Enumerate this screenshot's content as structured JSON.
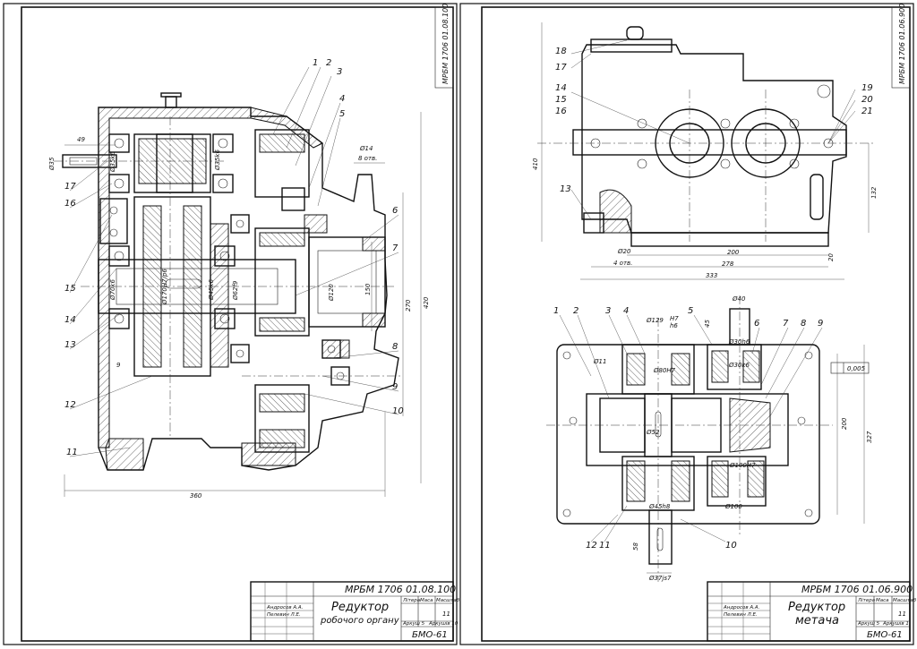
{
  "sheets": [
    {
      "designation": "МРБМ 1706 01.08.100",
      "title": "Редуктор рабочего органу",
      "title_line1": "Редуктор",
      "title_line2": "робочого органу",
      "group": "БМО-61",
      "sheet_total": "11",
      "scale": "1:1",
      "developer": "Андросов А.А.",
      "checker": "Пелевин Л.Е.",
      "stamp_cols": [
        "Літера",
        "Маса",
        "Масштаб"
      ],
      "stamp_sheet": "Аркуш 5",
      "stamp_sheets": "Аркушів 10",
      "part_numbers": [
        "1",
        "2",
        "3",
        "4",
        "5",
        "6",
        "7",
        "8",
        "9",
        "10",
        "11",
        "12",
        "13",
        "14",
        "15",
        "16",
        "17"
      ],
      "dimensions": [
        "49",
        "Ø35",
        "Ø35k6",
        "Ø70k6",
        "8 отв.",
        "Ø14",
        "Ø120",
        "150",
        "270",
        "420",
        "360",
        "Ø170H7/p6",
        "Ø45k6",
        "Ø62f9",
        "Ø35k6",
        "9"
      ]
    },
    {
      "designation": "МРБМ 1706 01.06.900",
      "title_line1": "Редуктор",
      "title_line2": "метача",
      "group": "БМО-61",
      "sheet_total": "11",
      "developer": "Андросов А.А.",
      "checker": "Пелевин Л.Е.",
      "stamp_cols": [
        "Літера",
        "Маса",
        "Масштаб"
      ],
      "stamp_sheet": "Аркуш 5",
      "stamp_sheets": "Аркушів 1",
      "part_numbers_top": [
        "13",
        "14",
        "15",
        "16",
        "17",
        "18",
        "19",
        "20",
        "21"
      ],
      "part_numbers_bottom": [
        "1",
        "2",
        "3",
        "4",
        "5",
        "6",
        "7",
        "8",
        "9",
        "10",
        "11",
        "12"
      ],
      "dimensions": [
        "410",
        "132",
        "Ø20",
        "4 отв.",
        "200",
        "278",
        "333",
        "20",
        "Ø40",
        "45",
        "Ø129",
        "H7",
        "h6",
        "Ø30h6",
        "Ø30k6",
        "Ø80H7",
        "Ø52",
        "Ø100H7",
        "Ø100",
        "Ø45h8",
        "Ø37js7",
        "58",
        "Ø11",
        "200",
        "327",
        "0,005"
      ]
    }
  ]
}
